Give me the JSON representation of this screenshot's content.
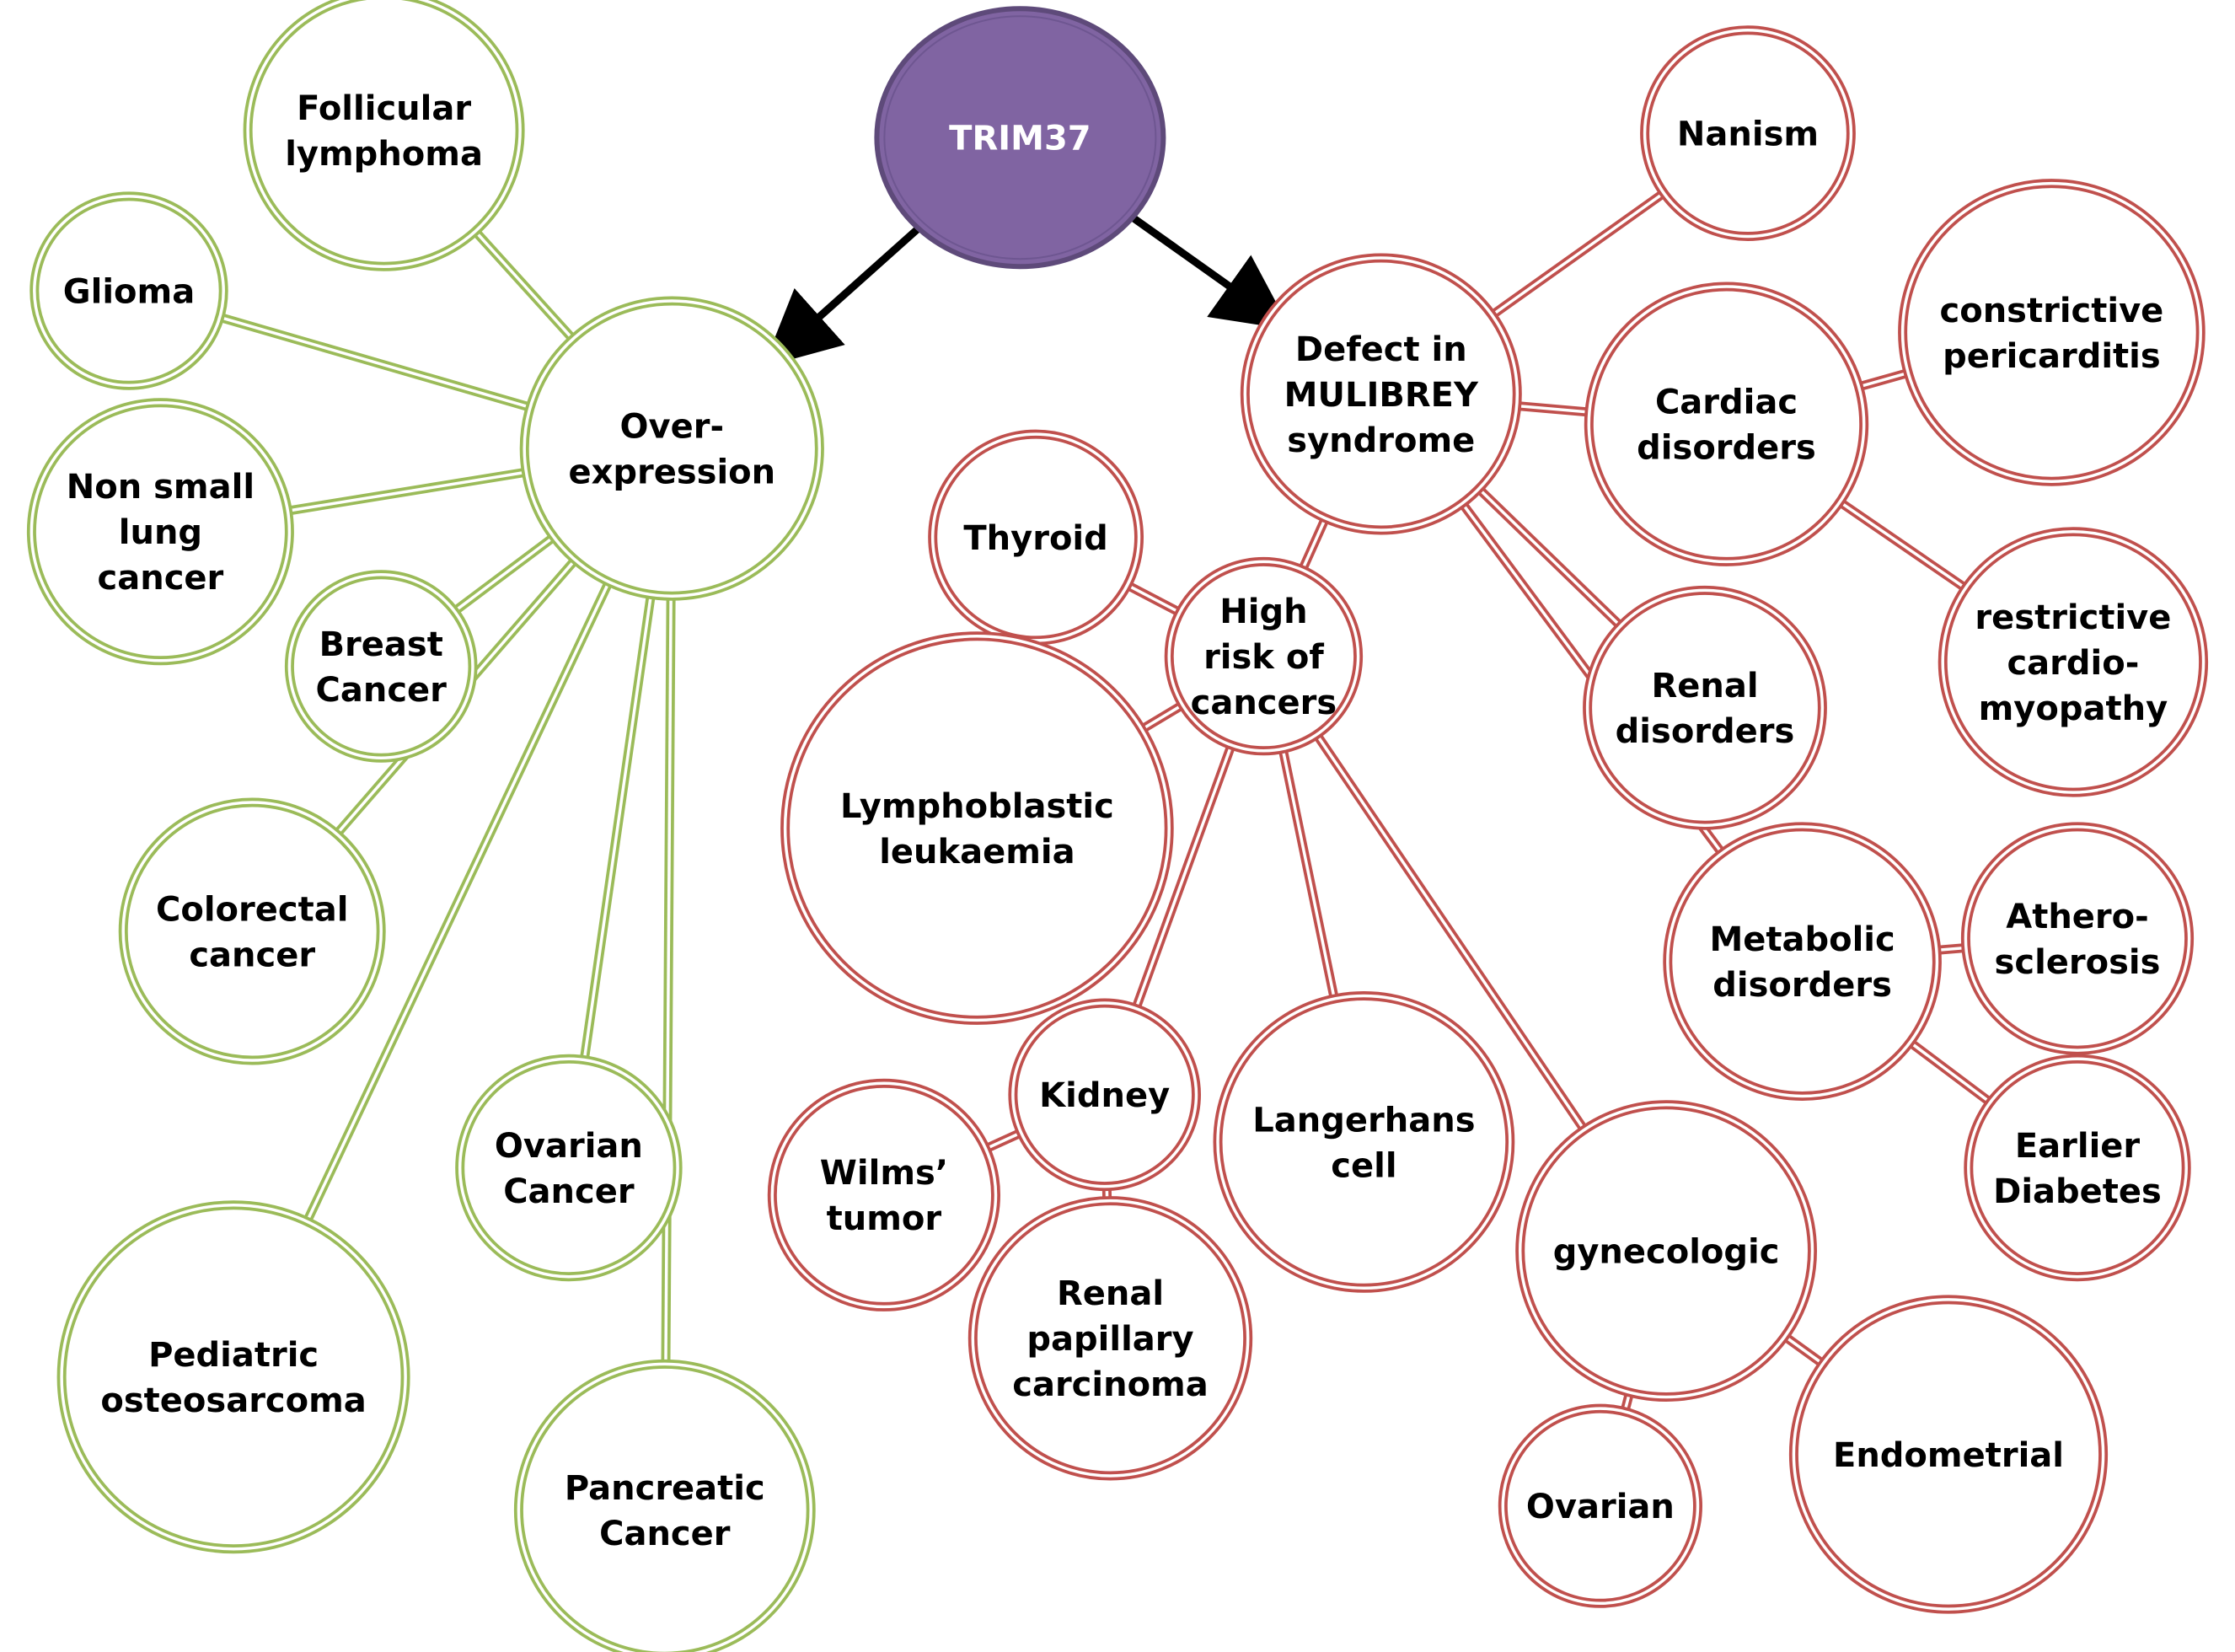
{
  "colors": {
    "root_fill": "#8064A2",
    "root_stroke": "#5E4A7A",
    "root_text": "#FFFFFF",
    "green": "#9BBB59",
    "red": "#C0504D",
    "arrow": "#000000",
    "background": "#FFFFFF"
  },
  "nodes": {
    "trim37": "TRIM37",
    "overexpression": [
      "Over-",
      "expression"
    ],
    "follicular": [
      "Follicular",
      "lymphoma"
    ],
    "glioma": [
      "Glioma"
    ],
    "nsclc": [
      "Non small",
      "lung",
      "cancer"
    ],
    "breast": [
      "Breast",
      "Cancer"
    ],
    "colorectal": [
      "Colorectal",
      "cancer"
    ],
    "ovarian_cancer": [
      "Ovarian",
      "Cancer"
    ],
    "pediatric": [
      "Pediatric",
      "osteosarcoma"
    ],
    "pancreatic": [
      "Pancreatic",
      "Cancer"
    ],
    "mulibrey": [
      "Defect in",
      "MULIBREY",
      "syndrome"
    ],
    "nanism": [
      "Nanism"
    ],
    "cardiac": [
      "Cardiac",
      "disorders"
    ],
    "constrictive": [
      "constrictive",
      "pericarditis"
    ],
    "restrictive": [
      "restrictive",
      "cardio-",
      "myopathy"
    ],
    "renal_disorders": [
      "Renal",
      "disorders"
    ],
    "metabolic": [
      "Metabolic",
      "disorders"
    ],
    "athero": [
      "Athero-",
      "sclerosis"
    ],
    "diabetes": [
      "Earlier",
      "Diabetes"
    ],
    "high_risk": [
      "High",
      "risk of",
      "cancers"
    ],
    "thyroid": [
      "Thyroid"
    ],
    "lymphoblastic": [
      "Lymphoblastic",
      "leukaemia"
    ],
    "kidney": [
      "Kidney"
    ],
    "wilms": [
      "Wilms’",
      "tumor"
    ],
    "renal_papillary": [
      "Renal",
      "papillary",
      "carcinoma"
    ],
    "langerhans": [
      "Langerhans",
      "cell"
    ],
    "gynecologic": [
      "gynecologic"
    ],
    "endometrial": [
      "Endometrial"
    ],
    "ovarian": [
      "Ovarian"
    ]
  }
}
